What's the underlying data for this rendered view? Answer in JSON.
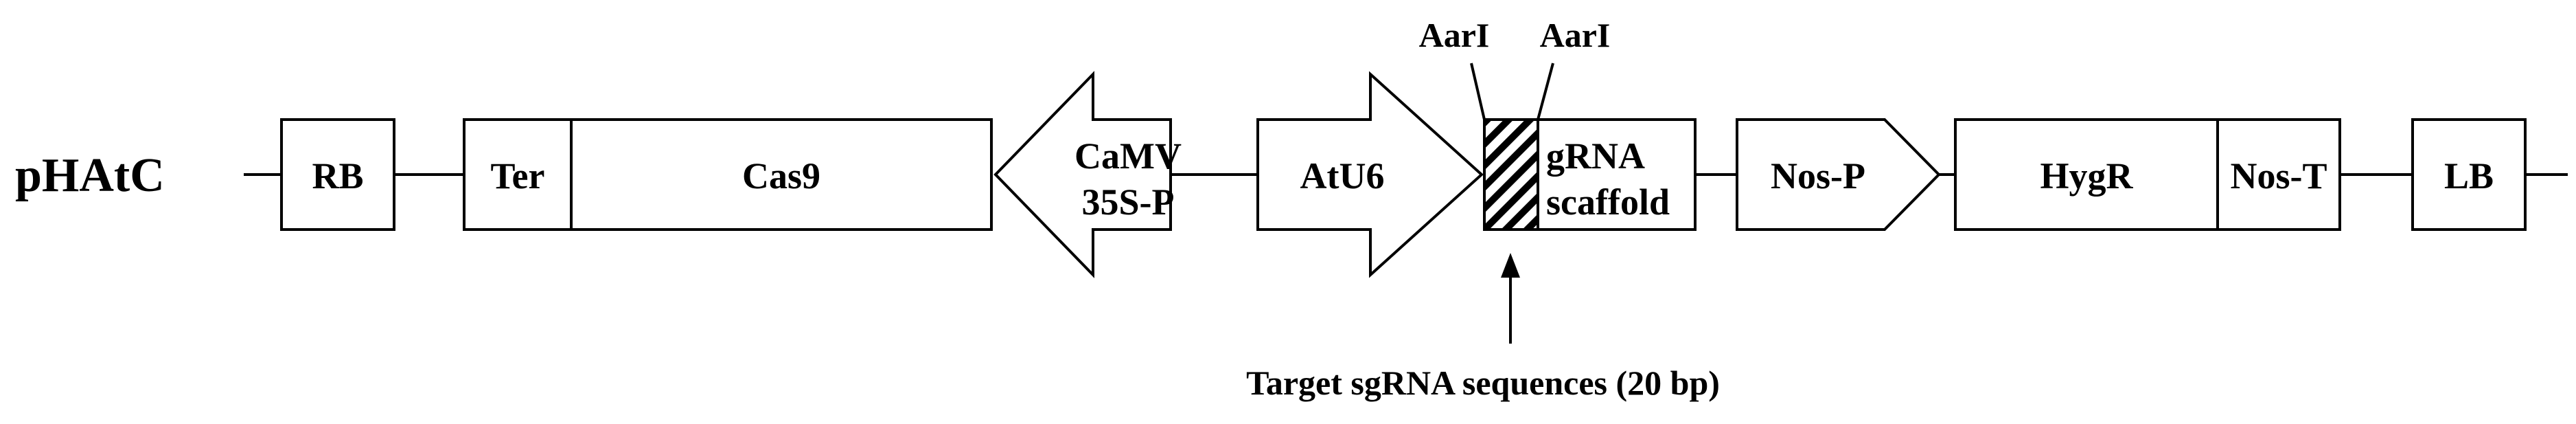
{
  "plasmid_name": "pHAtC",
  "elements": {
    "rb": "RB",
    "ter": "Ter",
    "cas9": "Cas9",
    "camv_line1": "CaMV",
    "camv_line2": "35S-P",
    "atu6": "AtU6",
    "grna_line1": "gRNA",
    "grna_line2": "scaffold",
    "nos_p": "Nos-P",
    "hygr": "HygR",
    "nos_t": "Nos-T",
    "lb": "LB"
  },
  "restriction_sites": {
    "left": "AarI",
    "right": "AarI"
  },
  "target_label": "Target sgRNA sequences (20 bp)"
}
